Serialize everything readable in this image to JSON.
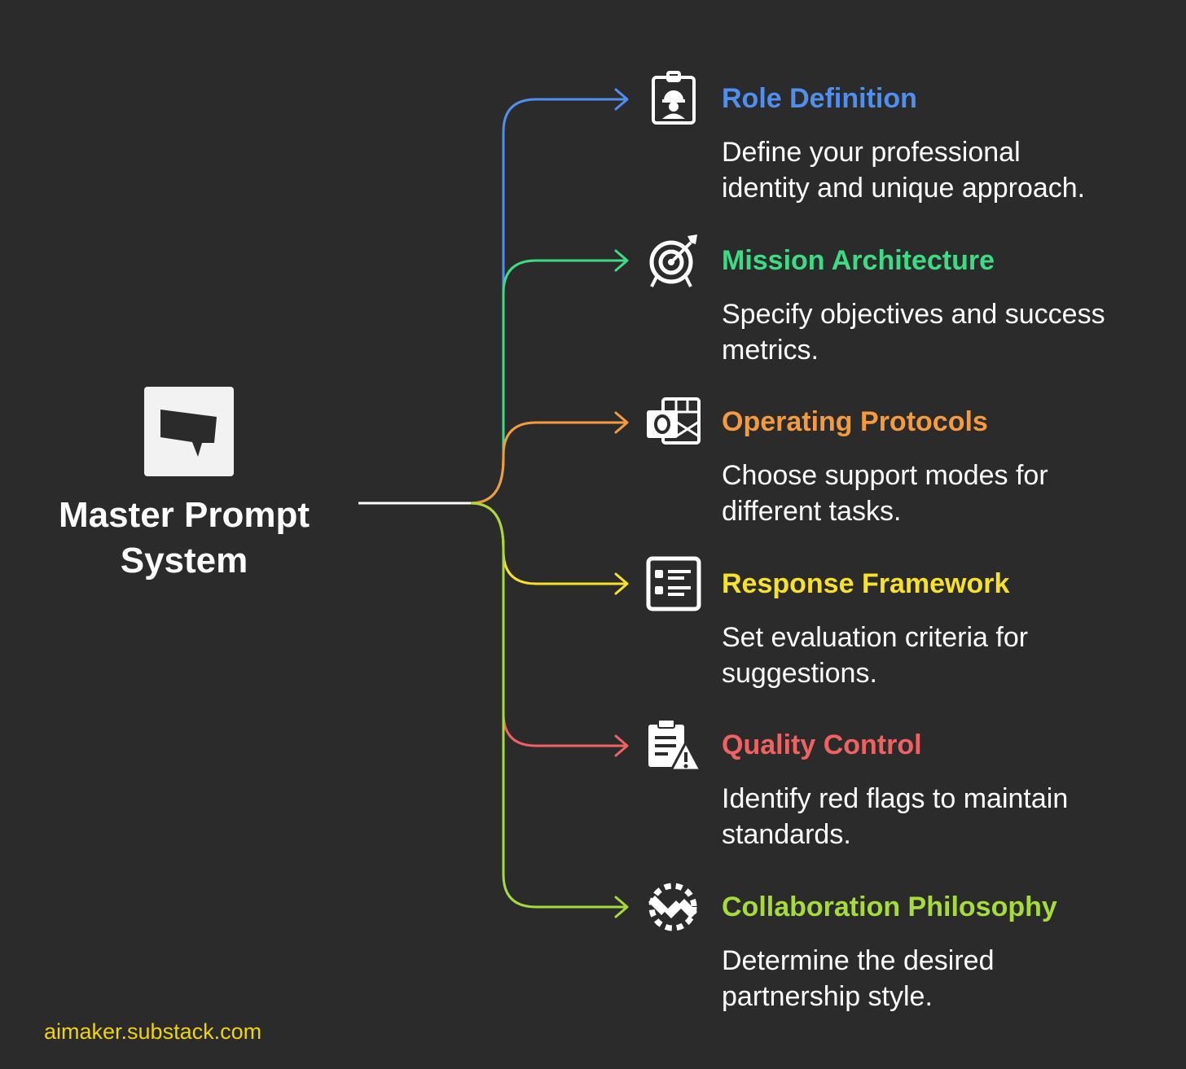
{
  "root": {
    "title_line1": "Master Prompt",
    "title_line2": "System",
    "icon": "speech-bubble-icon"
  },
  "items": [
    {
      "title": "Role Definition",
      "desc_line1": "Define your professional",
      "desc_line2": "identity and unique approach.",
      "color": "#4f8ff0",
      "icon": "worker-badge-icon"
    },
    {
      "title": "Mission Architecture",
      "desc_line1": "Specify objectives and success",
      "desc_line2": "metrics.",
      "color": "#3ddc84",
      "icon": "target-icon"
    },
    {
      "title": "Operating Protocols",
      "desc_line1": "Choose support modes for",
      "desc_line2": "different tasks.",
      "color": "#f59a3e",
      "icon": "outlook-icon"
    },
    {
      "title": "Response Framework",
      "desc_line1": "Set evaluation criteria for",
      "desc_line2": "suggestions.",
      "color": "#f7e12b",
      "icon": "checklist-icon"
    },
    {
      "title": "Quality Control",
      "desc_line1": "Identify red flags to maintain",
      "desc_line2": "standards.",
      "color": "#f06262",
      "icon": "clipboard-warning-icon"
    },
    {
      "title": "Collaboration Philosophy",
      "desc_line1": "Determine the desired",
      "desc_line2": "partnership style.",
      "color": "#a6dc3a",
      "icon": "handshake-gear-icon"
    }
  ],
  "footer": {
    "text": "aimaker.substack.com"
  }
}
